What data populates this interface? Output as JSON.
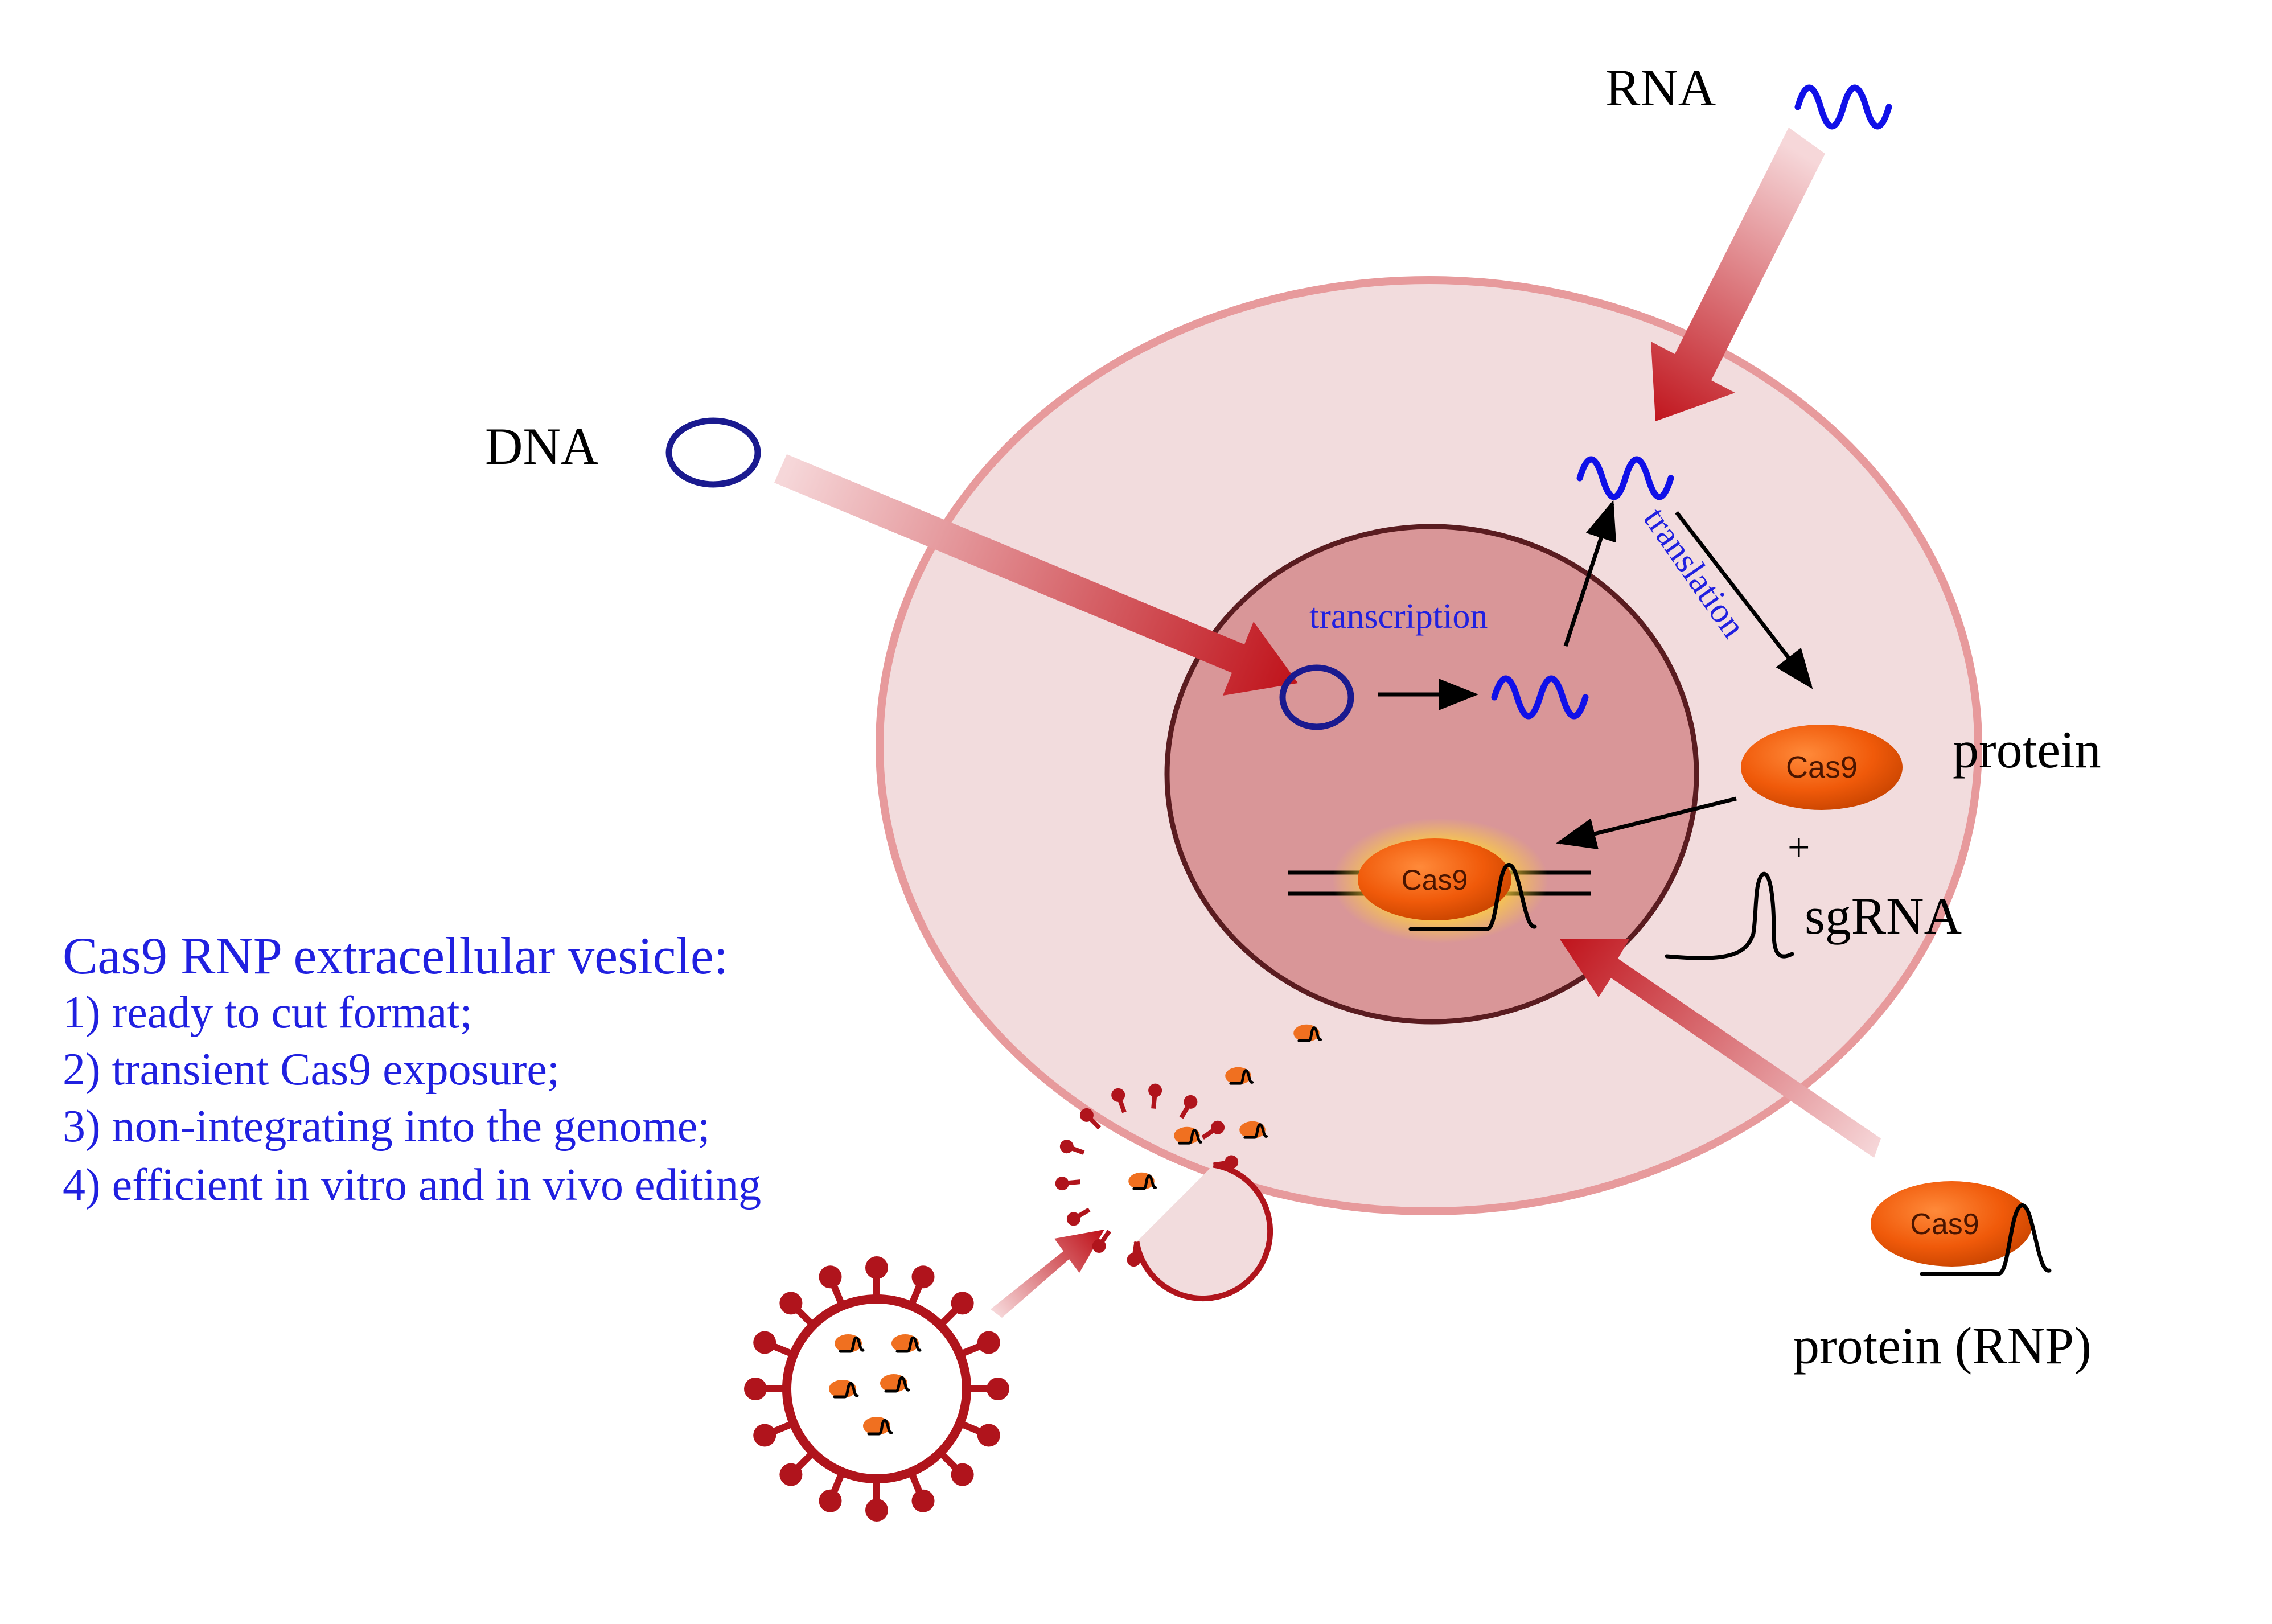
{
  "colors": {
    "cell_fill": "#f2dcdd",
    "cell_stroke": "#e79a9c",
    "nucleus_fill": "#d99698",
    "nucleus_stroke": "#5a1c20",
    "arrow_red": "#c0141c",
    "navy": "#1a1a8f",
    "blue_text": "#2020e0",
    "rna_blue": "#1010e8",
    "cas9_orange": "#f05a0a",
    "vesicle_red": "#b0141c",
    "black": "#000000"
  },
  "labels": {
    "rna": "RNA",
    "dna": "DNA",
    "transcription": "transcription",
    "translation": "translation",
    "protein": "protein",
    "plus": "+",
    "sgrna": "sgRNA",
    "protein_rnp": "protein (RNP)",
    "cas9": "Cas9"
  },
  "vesicle_text": {
    "title": "Cas9 RNP extracellular vesicle:",
    "items": [
      "1) ready to cut format;",
      "2) transient Cas9 exposure;",
      "3) non-integrating into the genome;",
      "4) efficient in vitro and in vivo editing"
    ]
  },
  "icons": [
    "dna-plasmid-icon",
    "rna-wave-icon",
    "cas9-protein-icon",
    "sgrna-icon",
    "extracellular-vesicle-icon",
    "entry-arrow-icon"
  ]
}
